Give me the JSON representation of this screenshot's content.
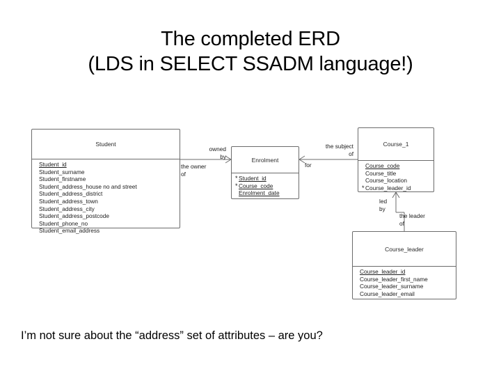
{
  "slide": {
    "title_line1": "The completed ERD",
    "title_line2": "(LDS in SELECT SSADM language!)",
    "caption": "I’m not sure about the “address” set of attributes – are you?",
    "background_color": "#ffffff",
    "text_color": "#000000"
  },
  "diagram": {
    "type": "entity-relationship-diagram",
    "notation": "crows-foot",
    "line_color": "#6b6b6b",
    "entities": [
      {
        "id": "student",
        "name": "Student",
        "attributes": [
          {
            "name": "Student_id",
            "key": "primary",
            "marker": ""
          },
          {
            "name": "Student_surname",
            "key": "none",
            "marker": ""
          },
          {
            "name": "Student_firstname",
            "key": "none",
            "marker": ""
          },
          {
            "name": "Student_address_house no and street",
            "key": "none",
            "marker": ""
          },
          {
            "name": "Student_address_district",
            "key": "none",
            "marker": ""
          },
          {
            "name": "Student_address_town",
            "key": "none",
            "marker": ""
          },
          {
            "name": "Student_address_city",
            "key": "none",
            "marker": ""
          },
          {
            "name": "Student_address_postcode",
            "key": "none",
            "marker": ""
          },
          {
            "name": "Student_phone_no",
            "key": "none",
            "marker": ""
          },
          {
            "name": "Student_email_address",
            "key": "none",
            "marker": ""
          }
        ]
      },
      {
        "id": "enrolment",
        "name": "Enrolment",
        "attributes": [
          {
            "name": "Student_id",
            "key": "primary",
            "marker": "*"
          },
          {
            "name": "Course_code",
            "key": "primary",
            "marker": "*"
          },
          {
            "name": "Enrolment_date",
            "key": "primary",
            "marker": ""
          }
        ]
      },
      {
        "id": "course1",
        "name": "Course_1",
        "attributes": [
          {
            "name": "Course_code",
            "key": "primary",
            "marker": ""
          },
          {
            "name": "Course_title",
            "key": "none",
            "marker": ""
          },
          {
            "name": "Course_location",
            "key": "none",
            "marker": ""
          },
          {
            "name": "Course_leader_id",
            "key": "none",
            "marker": "*"
          }
        ]
      },
      {
        "id": "courseleader",
        "name": "Course_leader",
        "attributes": [
          {
            "name": "Course_leader_id",
            "key": "primary",
            "marker": ""
          },
          {
            "name": "Course_leader_first_name",
            "key": "none",
            "marker": ""
          },
          {
            "name": "Course_leader_surname",
            "key": "none",
            "marker": ""
          },
          {
            "name": "Course_leader_email",
            "key": "none",
            "marker": ""
          }
        ]
      }
    ],
    "relationships": [
      {
        "id": "student-enrolment",
        "from": "student",
        "to": "enrolment",
        "label_above": "owned\nby",
        "label_above_line1": "owned",
        "label_above_line2": "by",
        "label_below_line1": "the owner",
        "label_below_line2": "of",
        "crows_foot_at": "enrolment"
      },
      {
        "id": "enrolment-course1",
        "from": "enrolment",
        "to": "course1",
        "label_above_line1": "the subject",
        "label_above_line2": "of",
        "label_below_line1": "for",
        "label_below_line2": "",
        "crows_foot_at": "enrolment"
      },
      {
        "id": "course1-courseleader",
        "from": "course1",
        "to": "courseleader",
        "label_above_line1": "led",
        "label_above_line2": "by",
        "label_below_line1": "the leader",
        "label_below_line2": "of",
        "crows_foot_at": "course1"
      }
    ]
  }
}
